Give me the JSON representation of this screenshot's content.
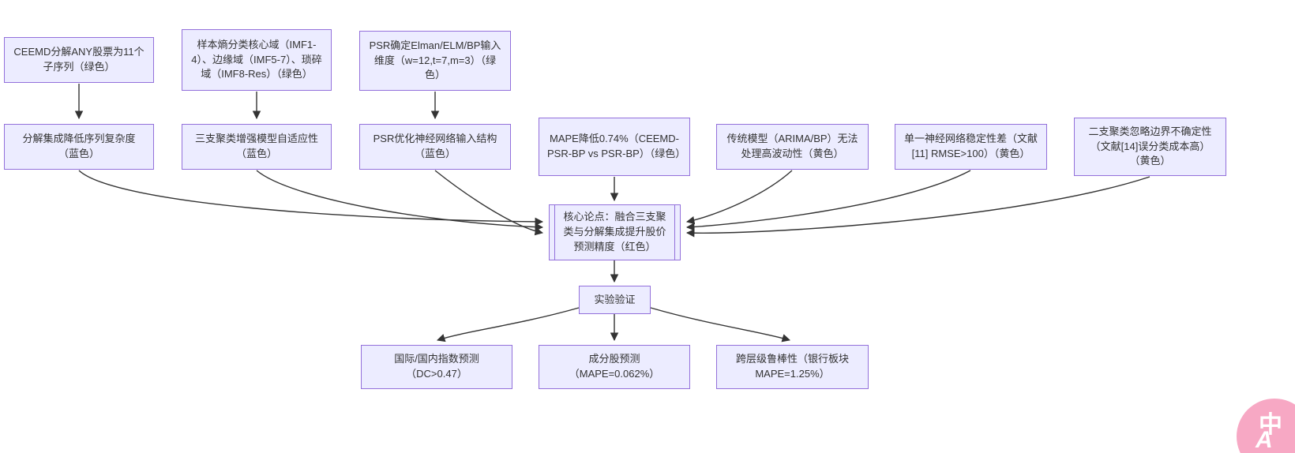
{
  "diagram": {
    "type": "flowchart",
    "nodes": [
      {
        "id": "A",
        "label": "CEEMD分解ANY股票为11个子序列（绿色）"
      },
      {
        "id": "B",
        "label": "样本熵分类核心域（IMF1-4）、边缘域（IMF5-7）、琐碎域（IMF8-Res）（绿色）"
      },
      {
        "id": "C",
        "label": "PSR确定Elman/ELM/BP输入维度（w=12,t=7,m=3）（绿色）"
      },
      {
        "id": "D",
        "label": "分解集成降低序列复杂度（蓝色）"
      },
      {
        "id": "E",
        "label": "三支聚类增强模型自适应性（蓝色）"
      },
      {
        "id": "F",
        "label": "PSR优化神经网络输入结构（蓝色）"
      },
      {
        "id": "G",
        "label": "MAPE降低0.74%（CEEMD-PSR-BP vs PSR-BP）（绿色）"
      },
      {
        "id": "H",
        "label": "传统模型（ARIMA/BP）无法处理高波动性（黄色）"
      },
      {
        "id": "I",
        "label": "单一神经网络稳定性差（文献[11] RMSE>100）（黄色）"
      },
      {
        "id": "J",
        "label": "二支聚类忽略边界不确定性（文献[14]误分类成本高）（黄色）"
      },
      {
        "id": "K",
        "label": "核心论点：融合三支聚类与分解集成提升股价预测精度（红色）"
      },
      {
        "id": "L",
        "label": "实验验证"
      },
      {
        "id": "M",
        "label": "国际/国内指数预测（DC>0.47）"
      },
      {
        "id": "N",
        "label": "成分股预测（MAPE=0.062%）"
      },
      {
        "id": "O",
        "label": "跨层级鲁棒性（银行板块 MAPE=1.25%）"
      }
    ],
    "edges": [
      {
        "from": "A",
        "to": "D"
      },
      {
        "from": "B",
        "to": "E"
      },
      {
        "from": "C",
        "to": "F"
      },
      {
        "from": "D",
        "to": "K"
      },
      {
        "from": "E",
        "to": "K"
      },
      {
        "from": "F",
        "to": "K"
      },
      {
        "from": "G",
        "to": "K"
      },
      {
        "from": "H",
        "to": "K"
      },
      {
        "from": "I",
        "to": "K"
      },
      {
        "from": "J",
        "to": "K"
      },
      {
        "from": "K",
        "to": "L"
      },
      {
        "from": "L",
        "to": "M"
      },
      {
        "from": "L",
        "to": "N"
      },
      {
        "from": "L",
        "to": "O"
      }
    ],
    "colors": {
      "node_fill": "#ECECFF",
      "node_border": "#9370DB",
      "edge_stroke": "#333333",
      "text": "#333333",
      "background": "#FFFFFF",
      "watermark_pink": "#F7A8C4"
    }
  },
  "watermark": {
    "zh": "中",
    "en": "A"
  }
}
